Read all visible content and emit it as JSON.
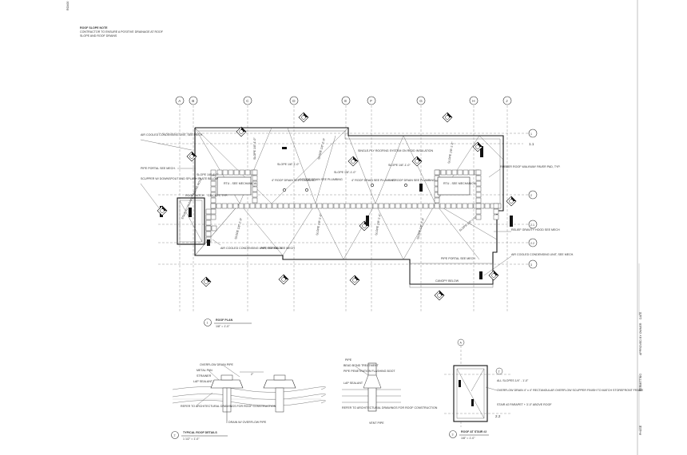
{
  "sheet": {
    "corner_id": "RO400",
    "side_labels": [
      "PERMITTING",
      "APPROVED BY OWNER",
      "DATE",
      "PHASE"
    ]
  },
  "general_note": {
    "title": "ROOF SLOPE NOTE",
    "lines": [
      "CONTRACTOR TO ENSURE A POSITIVE DRAINAGE AT ROOF",
      "SLOPE AND ROOF DRAINS"
    ]
  },
  "grid": {
    "columns": [
      "A",
      "B",
      "C",
      "D",
      "E",
      "F",
      "G",
      "H",
      "J"
    ],
    "rows": [
      "1",
      "1.1",
      "2",
      "2.1",
      "2.2",
      "3"
    ]
  },
  "roof_plan": {
    "slopes": [
      "SLOPE 1/8\"-1'-0\"",
      "SLOPE 1/8\"-1'-0\"",
      "SLOPE 1/8\"-1'-0\"",
      "SLOPE 1/8\"-1'-0\"",
      "SLOPE 1/8\"-1'-0\"",
      "SLOPE 1/8\"-1'-0\"",
      "SLOPE 1/8\"-1'-0\"",
      "SLOPE 1/8\"-1'-0\"",
      "SLOPE 1/8\"-1'-0\"",
      "SLOPE 1/8\"-1'-0\"",
      "SLOPE 1/8\"-1'-0\"",
      "SLOPE 1/8\"-1'-0\""
    ],
    "callouts": {
      "ac_unit_top": "AIR COOLED CONDENSING UNIT, SEE MECH.",
      "pipe_portal_left": "PIPE PORTAL SEE MECH.",
      "scupper": "SCUPPER W/ DOWNSPOUT AND SPLASH PLATE BELOW",
      "stair_roof": "STAIR #2 PARAPET ABOVE ROOF",
      "rtu_left": "RTU - SEE MECHANICAL",
      "rtu_right": "RTU - SEE MECHANICAL",
      "ac_unit_bottom": "AIR COOLED CONDENSING UNIT, SEE MECH.",
      "pipe_portal_mid": "PIPE PORTAL SEE MECH",
      "pipe_portal_right": "PIPE PORTAL SEE MECH",
      "rubber_walkway": "RUBBER ROOF WALKWAY PAVER PAD, TYP.",
      "relief_hood": "RELIEF GRAVITY HOOD SEE MECH",
      "ac_unit_right": "AIR COOLED CONDENSING UNIT, SEE MECH.",
      "roof_drain_1": "4\" ROOF DRAIN SEE PLUMBING",
      "roof_drain_2": "4\" ROOF DRAIN SEE PLUMBING",
      "roof_drain_3": "4\" ROOF DRAIN SEE PLUMBING",
      "roof_drain_4": "4\" ROOF DRAIN SEE PLUMBING",
      "single_ply": "SINGLE-PLY ROOFING SYSTEM ON RIGID INSULATION",
      "crickets": "CRICKET, TYP.",
      "roof_hatch": "ROOF HATCH",
      "canopy_below": "CANOPY BELOW"
    }
  },
  "details": {
    "typical_left": {
      "labels": [
        "OVERFLOW DRAIN PIPE",
        "METAL PAN",
        "STRAINER",
        "LAP SEALANT",
        "REFER TO ARCHITECTURAL DRAWINGS FOR ROOF CONSTRUCTION",
        "DRAIN W/ OVERFLOW PIPE"
      ],
      "dim": "2\""
    },
    "typical_mid": {
      "labels": [
        "PIPE",
        "BEAD BOND TREATMENT",
        "PIPE PENETRATION FLASHING BOOT",
        "LAP SEALANT",
        "REFER TO ARCHITECTURAL DRAWINGS FOR ROOF CONSTRUCTION",
        "VENT PIPE"
      ]
    },
    "stair_detail": {
      "grid_col": "A",
      "grid_rows": [
        "2",
        "2.2"
      ],
      "labels": [
        "ALL SLOPES 1/4\" - 1'-0\"",
        "OVERFLOW DRAIN 4\" x 4\" RECTANGULAR OVERFLOW SCUPPER FINISH TO MATCH STOREFRONT FRAME",
        "STAIR #2 PARAPET + 3'-0\" ABOVE ROOF"
      ]
    }
  },
  "titles": {
    "roof_plan": {
      "num": "1",
      "name": "ROOF PLAN",
      "scale": "1/8\" = 1'-0\""
    },
    "typical": {
      "num": "2",
      "name": "TYPICAL ROOF DETAILS",
      "scale": "1 1/2\" = 1'-0\""
    },
    "stair": {
      "num": "3",
      "name": "ROOF AT STAIR #2",
      "scale": "1/8\" = 1'-0\""
    }
  }
}
